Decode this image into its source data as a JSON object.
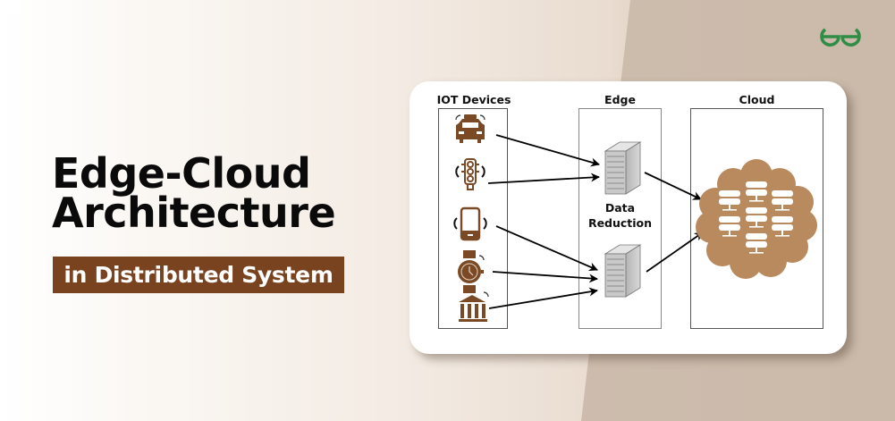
{
  "brand": {
    "logo_icon": "geeksforgeeks-logo",
    "logo_color": "#2f8d46"
  },
  "headline": {
    "line1": "Edge-Cloud",
    "line2": "Architecture",
    "badge": "in Distributed System",
    "badge_color": "#7a4320"
  },
  "diagram": {
    "columns": [
      {
        "id": "iot",
        "label": "IOT Devices"
      },
      {
        "id": "edge",
        "label": "Edge"
      },
      {
        "id": "cloud",
        "label": "Cloud"
      }
    ],
    "devices": [
      {
        "name": "taxi",
        "icon": "taxi-car-icon"
      },
      {
        "name": "traffic-light",
        "icon": "traffic-light-icon"
      },
      {
        "name": "smartphone",
        "icon": "smartphone-icon"
      },
      {
        "name": "smartwatch",
        "icon": "smartwatch-icon"
      },
      {
        "name": "bank",
        "icon": "bank-building-icon"
      }
    ],
    "edge_nodes": [
      {
        "name": "edge-server-1",
        "icon": "server-tower-icon"
      },
      {
        "name": "edge-server-2",
        "icon": "server-tower-icon"
      }
    ],
    "edge_note": [
      "Data",
      "Reduction"
    ],
    "cloud": {
      "icon": "cloud-server-cluster-icon",
      "color": "#b88a5e"
    },
    "connections": [
      {
        "from": "taxi",
        "to": "edge-server-1"
      },
      {
        "from": "traffic-light",
        "to": "edge-server-1"
      },
      {
        "from": "smartphone",
        "to": "edge-server-2"
      },
      {
        "from": "smartwatch",
        "to": "edge-server-2"
      },
      {
        "from": "bank",
        "to": "edge-server-2"
      },
      {
        "from": "edge-server-1",
        "to": "cloud"
      },
      {
        "from": "edge-server-2",
        "to": "cloud"
      }
    ],
    "device_color": "#7a4a26"
  }
}
